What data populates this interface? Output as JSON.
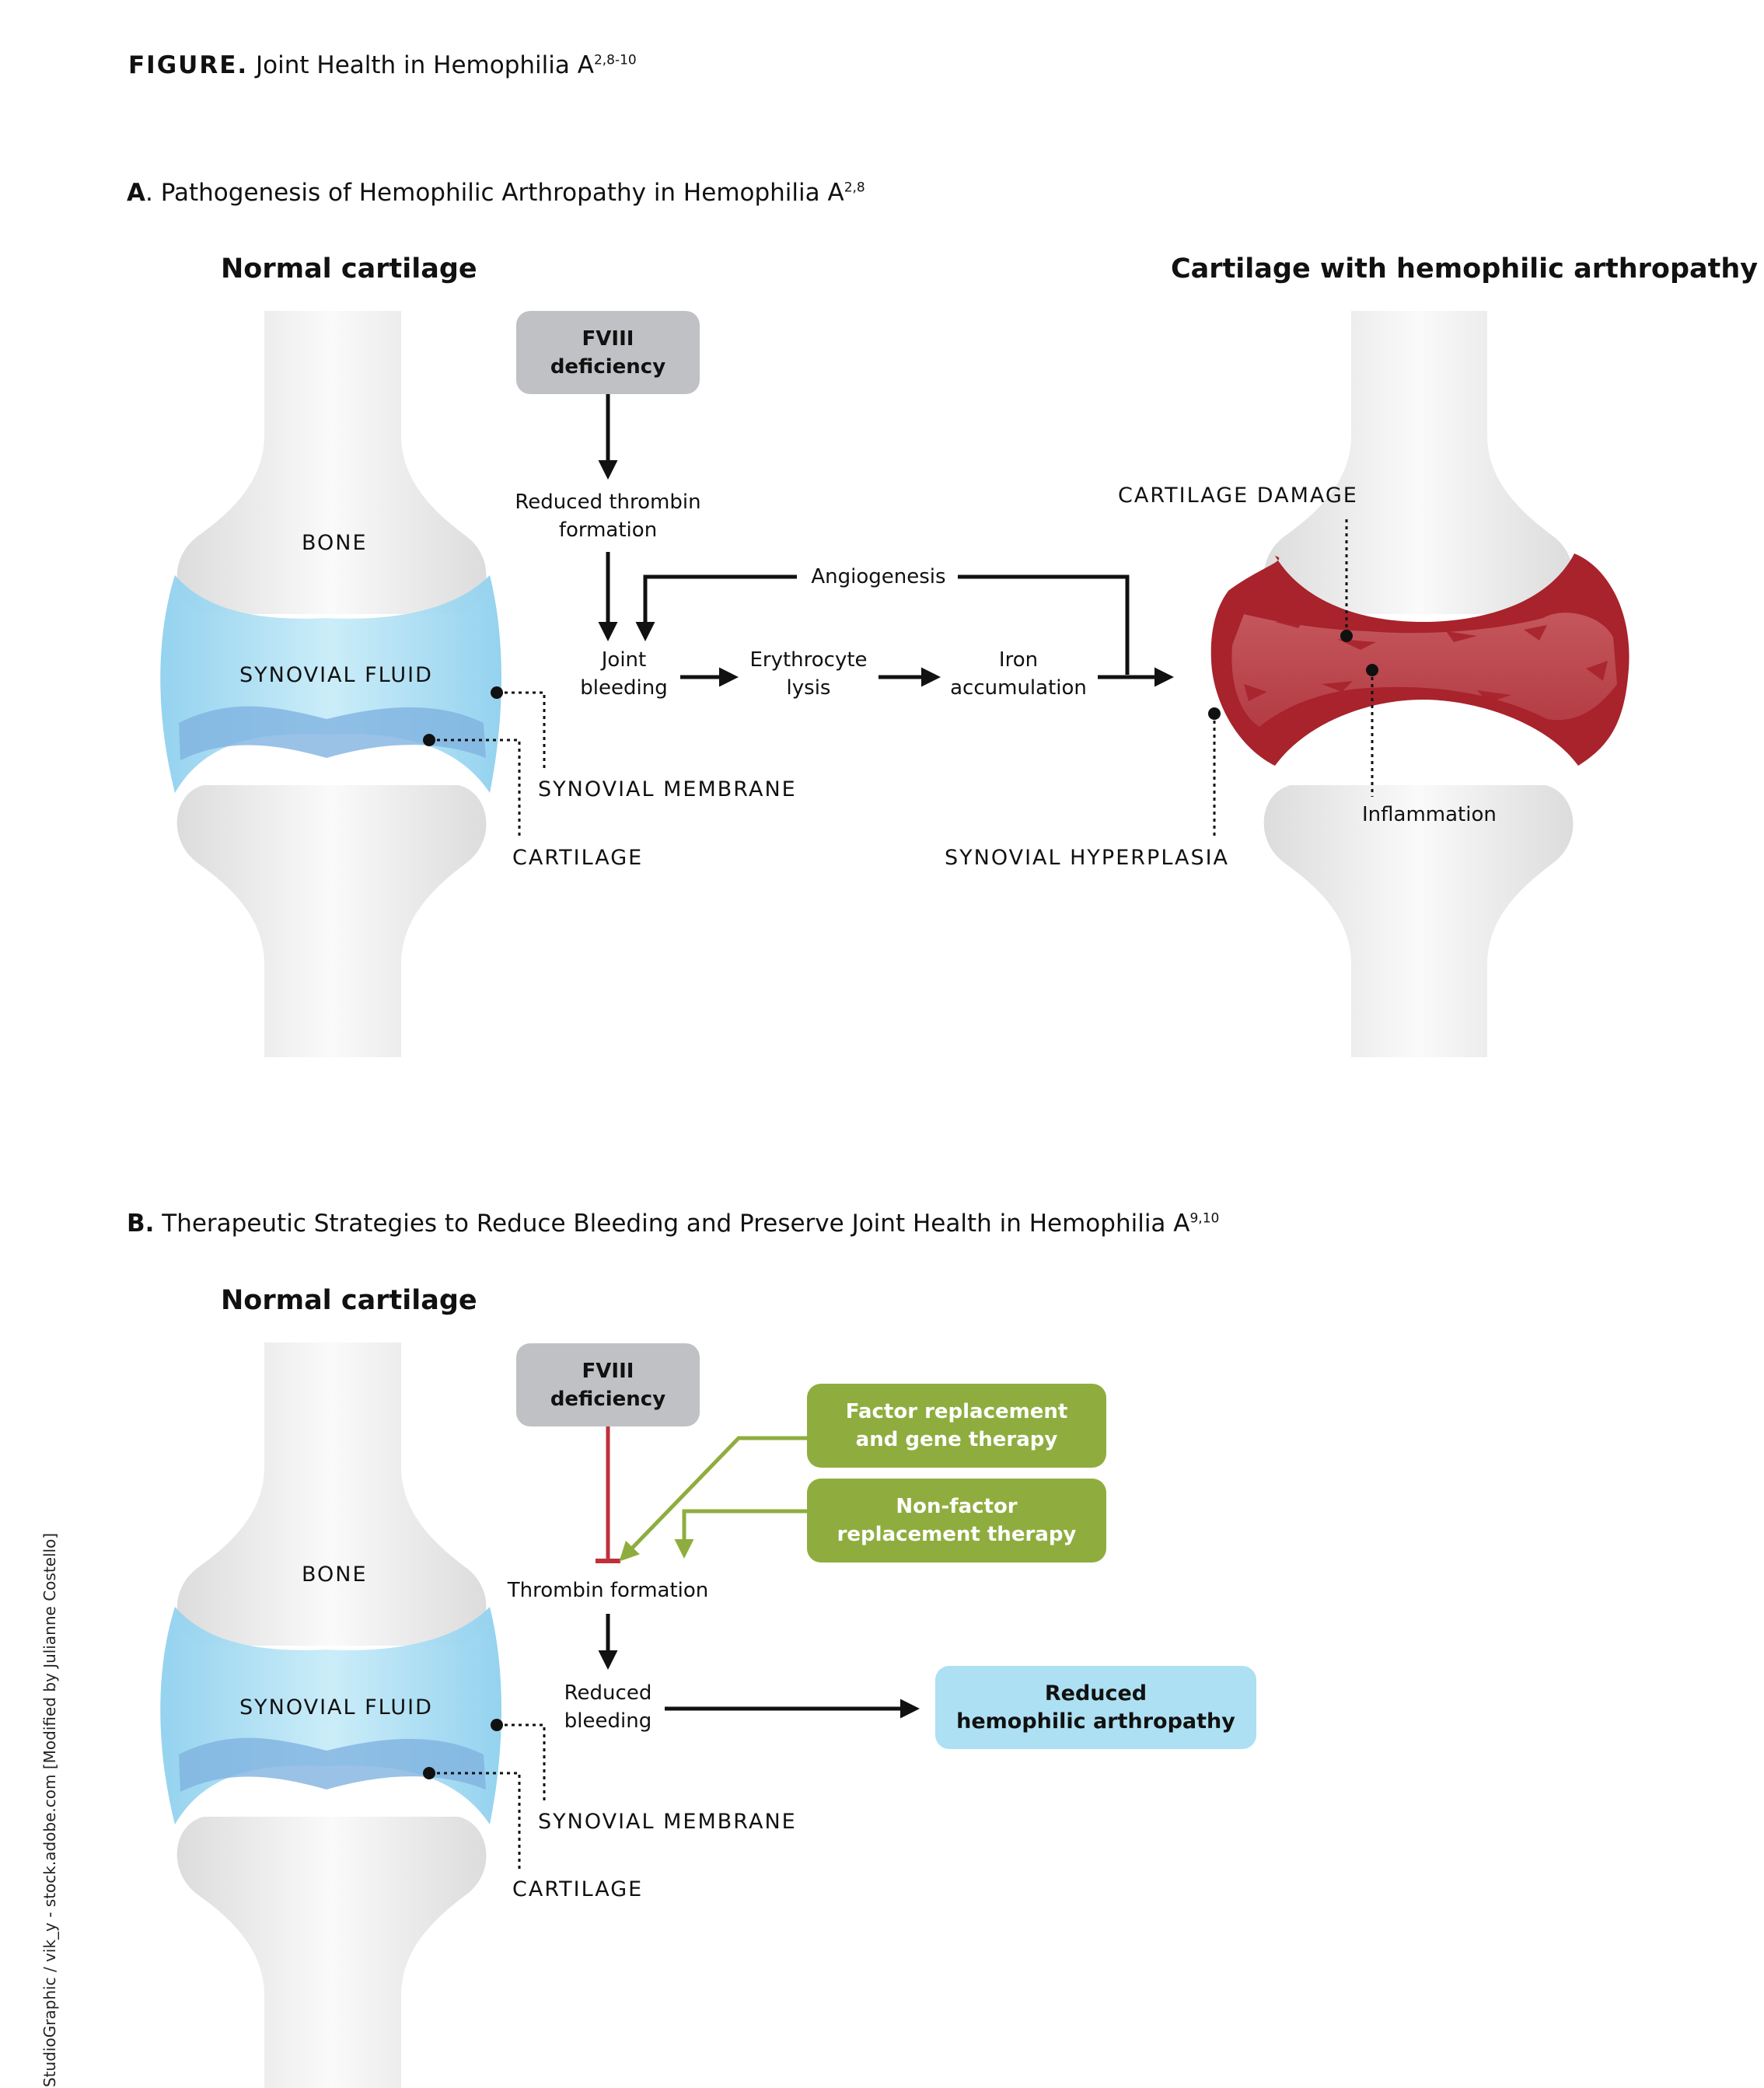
{
  "figure": {
    "label": "FIGURE.",
    "title": "Joint Health in Hemophilia A",
    "refs": "2,8-10"
  },
  "section_a": {
    "letter": "A",
    "title": ". Pathogenesis of Hemophilic Arthropathy in Hemophilia A",
    "refs": "2,8",
    "normal_heading": "Normal cartilage",
    "damaged_heading": "Cartilage with hemophilic arthropathy",
    "labels": {
      "bone": "BONE",
      "synovial_fluid": "SYNOVIAL FLUID",
      "synovial_membrane": "SYNOVIAL MEMBRANE",
      "cartilage": "CARTILAGE"
    },
    "flow": {
      "fviii": [
        "FVIII",
        "deficiency"
      ],
      "reduced_thrombin": [
        "Reduced thrombin",
        "formation"
      ],
      "angiogenesis": "Angiogenesis",
      "joint_bleeding": [
        "Joint",
        "bleeding"
      ],
      "erythrocyte_lysis": [
        "Erythrocyte",
        "lysis"
      ],
      "iron_accumulation": [
        "Iron",
        "accumulation"
      ]
    },
    "damage_labels": {
      "cartilage_damage": "CARTILAGE DAMAGE",
      "inflammation": "Inflammation",
      "synovial_hyperplasia": "SYNOVIAL HYPERPLASIA"
    }
  },
  "section_b": {
    "letter": "B.",
    "title": " Therapeutic Strategies to Reduce Bleeding and Preserve Joint Health in Hemophilia A",
    "refs": "9,10",
    "normal_heading": "Normal cartilage",
    "labels": {
      "bone": "BONE",
      "synovial_fluid": "SYNOVIAL FLUID",
      "synovial_membrane": "SYNOVIAL MEMBRANE",
      "cartilage": "CARTILAGE"
    },
    "flow": {
      "fviii": [
        "FVIII",
        "deficiency"
      ],
      "factor_replacement": [
        "Factor replacement",
        "and gene therapy"
      ],
      "nonfactor": [
        "Non-factor",
        "replacement therapy"
      ],
      "thrombin_formation": "Thrombin formation",
      "reduced_bleeding": [
        "Reduced",
        "bleeding"
      ],
      "outcome": [
        "Reduced",
        "hemophilic arthropathy"
      ]
    }
  },
  "credit": "StudioGraphic / vik_y - stock.adobe.com [Modified by Julianne Costello]",
  "colors": {
    "green": "#8fad3f",
    "inhibit_red": "#c0303a",
    "blood": "#a8232c",
    "fluid_blue": "#9fd8ef"
  }
}
